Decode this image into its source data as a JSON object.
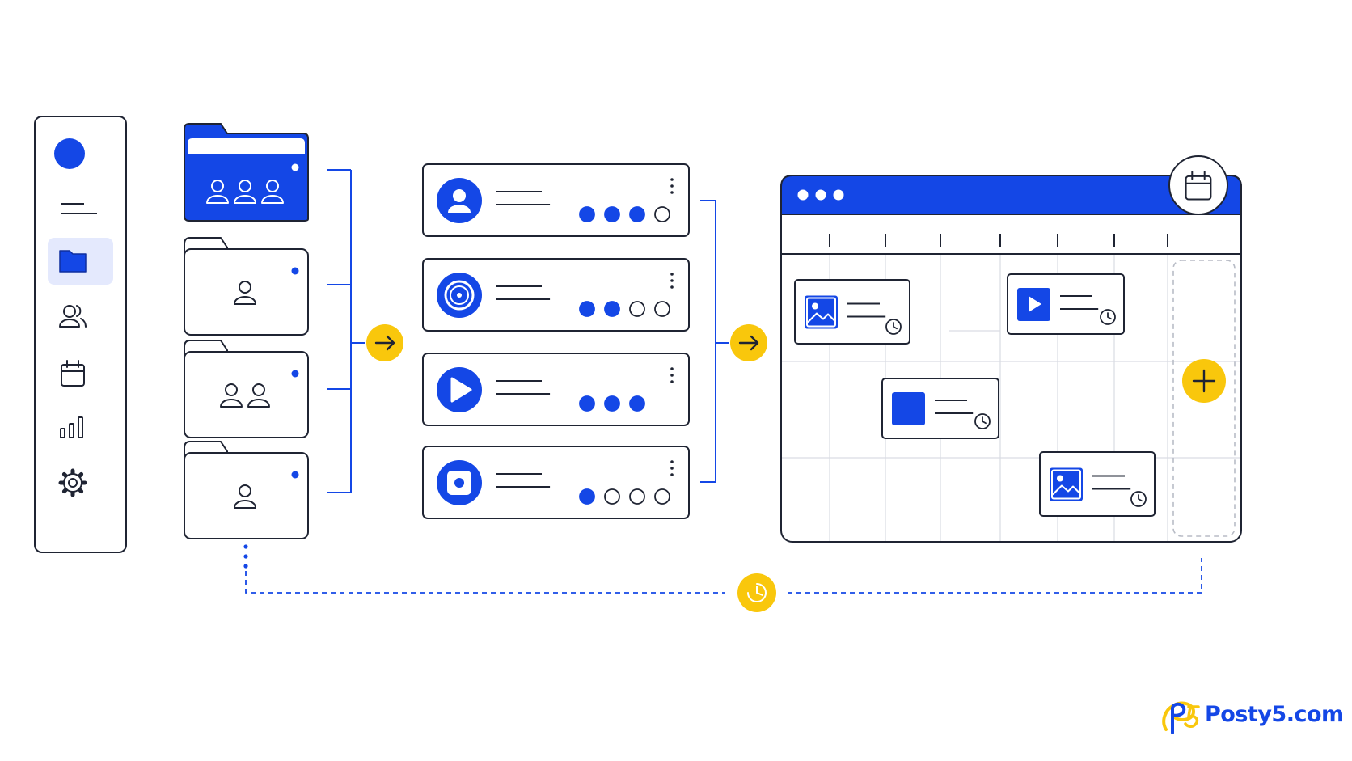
{
  "colors": {
    "accent": "#1447e6",
    "highlight": "#f9c70c",
    "outline": "#1f2433",
    "grid": "#d9dce3",
    "selected_bg": "#e4e9fd"
  },
  "sidebar": {
    "items": [
      {
        "icon": "circle-avatar-icon"
      },
      {
        "icon": "menu-lines-icon"
      },
      {
        "icon": "folder-icon",
        "selected": true
      },
      {
        "icon": "users-icon"
      },
      {
        "icon": "calendar-icon"
      },
      {
        "icon": "bar-chart-icon"
      },
      {
        "icon": "gear-icon"
      }
    ]
  },
  "folders": [
    {
      "people": 3,
      "active": true
    },
    {
      "people": 1,
      "active": false
    },
    {
      "people": 2,
      "active": false
    },
    {
      "people": 1,
      "active": false
    }
  ],
  "accounts": [
    {
      "icon": "profile-icon",
      "filled_dots": 3,
      "total_dots": 4
    },
    {
      "icon": "target-icon",
      "filled_dots": 2,
      "total_dots": 4
    },
    {
      "icon": "play-icon",
      "filled_dots": 3,
      "total_dots": 3
    },
    {
      "icon": "square-dot-icon",
      "filled_dots": 1,
      "total_dots": 4
    }
  ],
  "calendar": {
    "header_icon": "calendar-icon",
    "columns": 8,
    "posts": [
      {
        "icon": "image-icon"
      },
      {
        "icon": "play-icon"
      },
      {
        "icon": "square-icon"
      },
      {
        "icon": "image-icon"
      }
    ],
    "add_icon": "plus-icon"
  },
  "schedule_icon": "clock-icon",
  "brand": {
    "name": "Posty5.com"
  }
}
